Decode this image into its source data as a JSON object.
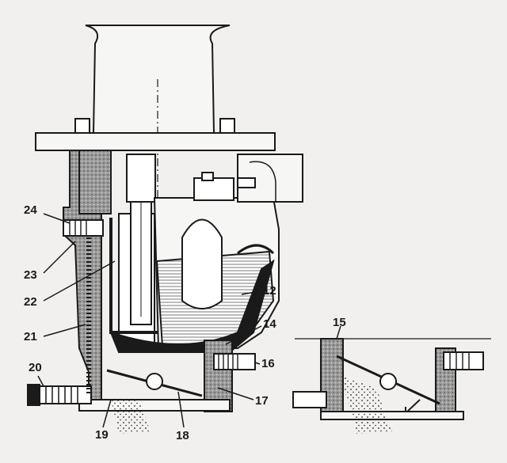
{
  "diagram": {
    "callouts": [
      {
        "id": "c24",
        "text": "24"
      },
      {
        "id": "c23",
        "text": "23"
      },
      {
        "id": "c22",
        "text": "22"
      },
      {
        "id": "c21",
        "text": "21"
      },
      {
        "id": "c20",
        "text": "20"
      },
      {
        "id": "c19",
        "text": "19"
      },
      {
        "id": "c18",
        "text": "18"
      },
      {
        "id": "c17",
        "text": "17"
      },
      {
        "id": "c16",
        "text": "16"
      },
      {
        "id": "c14",
        "text": "14"
      },
      {
        "id": "c12",
        "text": "12"
      },
      {
        "id": "c15",
        "text": "15"
      }
    ],
    "colors": {
      "background": "#f1f0ee",
      "ink": "#1a1a1a",
      "hatch": "#8a8a8a",
      "fuel": "#bdbdbd"
    }
  }
}
